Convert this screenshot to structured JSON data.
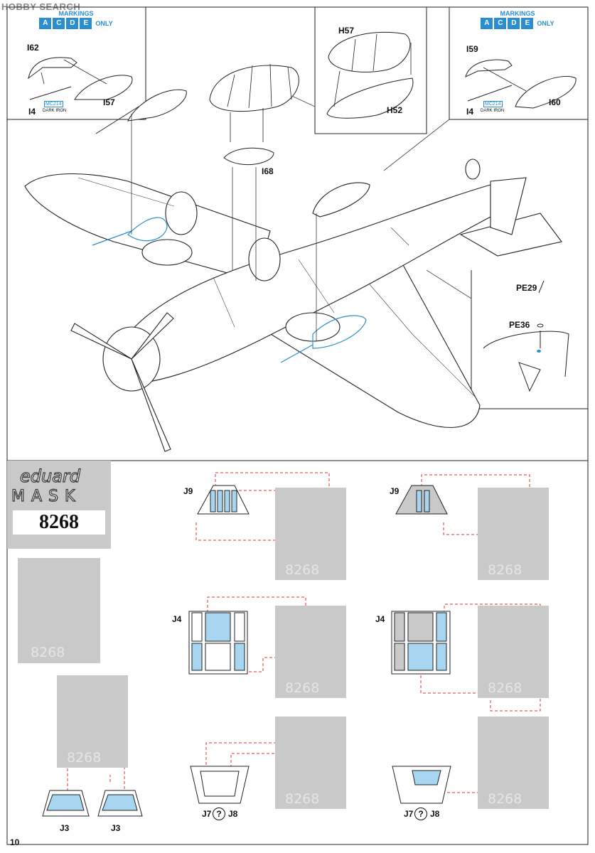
{
  "header": {
    "watermark": "HOBBY SEARCH"
  },
  "markings": {
    "title": "MARKINGS",
    "letters": [
      "A",
      "C",
      "D",
      "E"
    ],
    "only": "ONLY"
  },
  "parts": {
    "i62": "I62",
    "i57": "I57",
    "i4": "I4",
    "mc214": "MC214",
    "dark_iron": "DARK IRON",
    "h57": "H57",
    "h52": "H52",
    "i59": "I59",
    "i60": "I60",
    "i68": "I68",
    "pe29": "PE29",
    "pe36": "PE36"
  },
  "mask": {
    "brand": "eduard",
    "word": "MASK",
    "number": "8268"
  },
  "mask_labels": {
    "j9": "J9",
    "j4": "J4",
    "j3": "J3",
    "j7": "J7",
    "j8": "J8",
    "or_symbol": "?"
  },
  "page": {
    "number": "10"
  },
  "colors": {
    "mask_blue": "#a8d6f0",
    "callout_blue": "#2a8fd0",
    "sheet_grey": "#c9c9c9",
    "dash_red": "#e03030"
  }
}
